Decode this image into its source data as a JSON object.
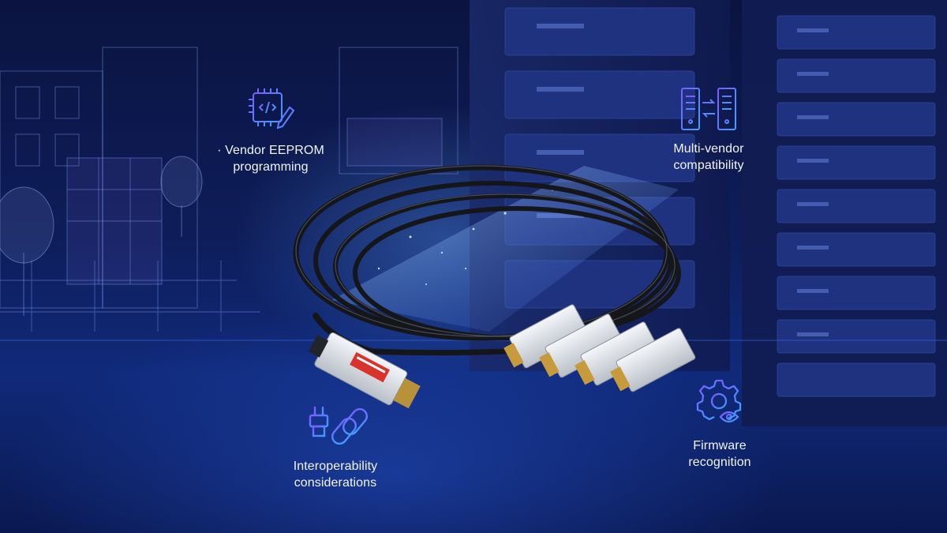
{
  "features": [
    {
      "id": "eeprom",
      "icon": "chip-code-pencil-icon",
      "line1": "· Vendor EEPROM",
      "line2": "programming"
    },
    {
      "id": "multivendor",
      "icon": "servers-exchange-icon",
      "line1": "Multi-vendor",
      "line2": "compatibility"
    },
    {
      "id": "interop",
      "icon": "plug-link-icon",
      "line1": "Interoperability",
      "line2": "considerations"
    },
    {
      "id": "firmware",
      "icon": "gear-eye-icon",
      "line1": "Firmware",
      "line2": "recognition"
    }
  ],
  "colors": {
    "background": "#0e1d5a",
    "icon_gradient_start": "#7b5cff",
    "icon_gradient_end": "#3fa0ff",
    "cable": "#15161a"
  }
}
